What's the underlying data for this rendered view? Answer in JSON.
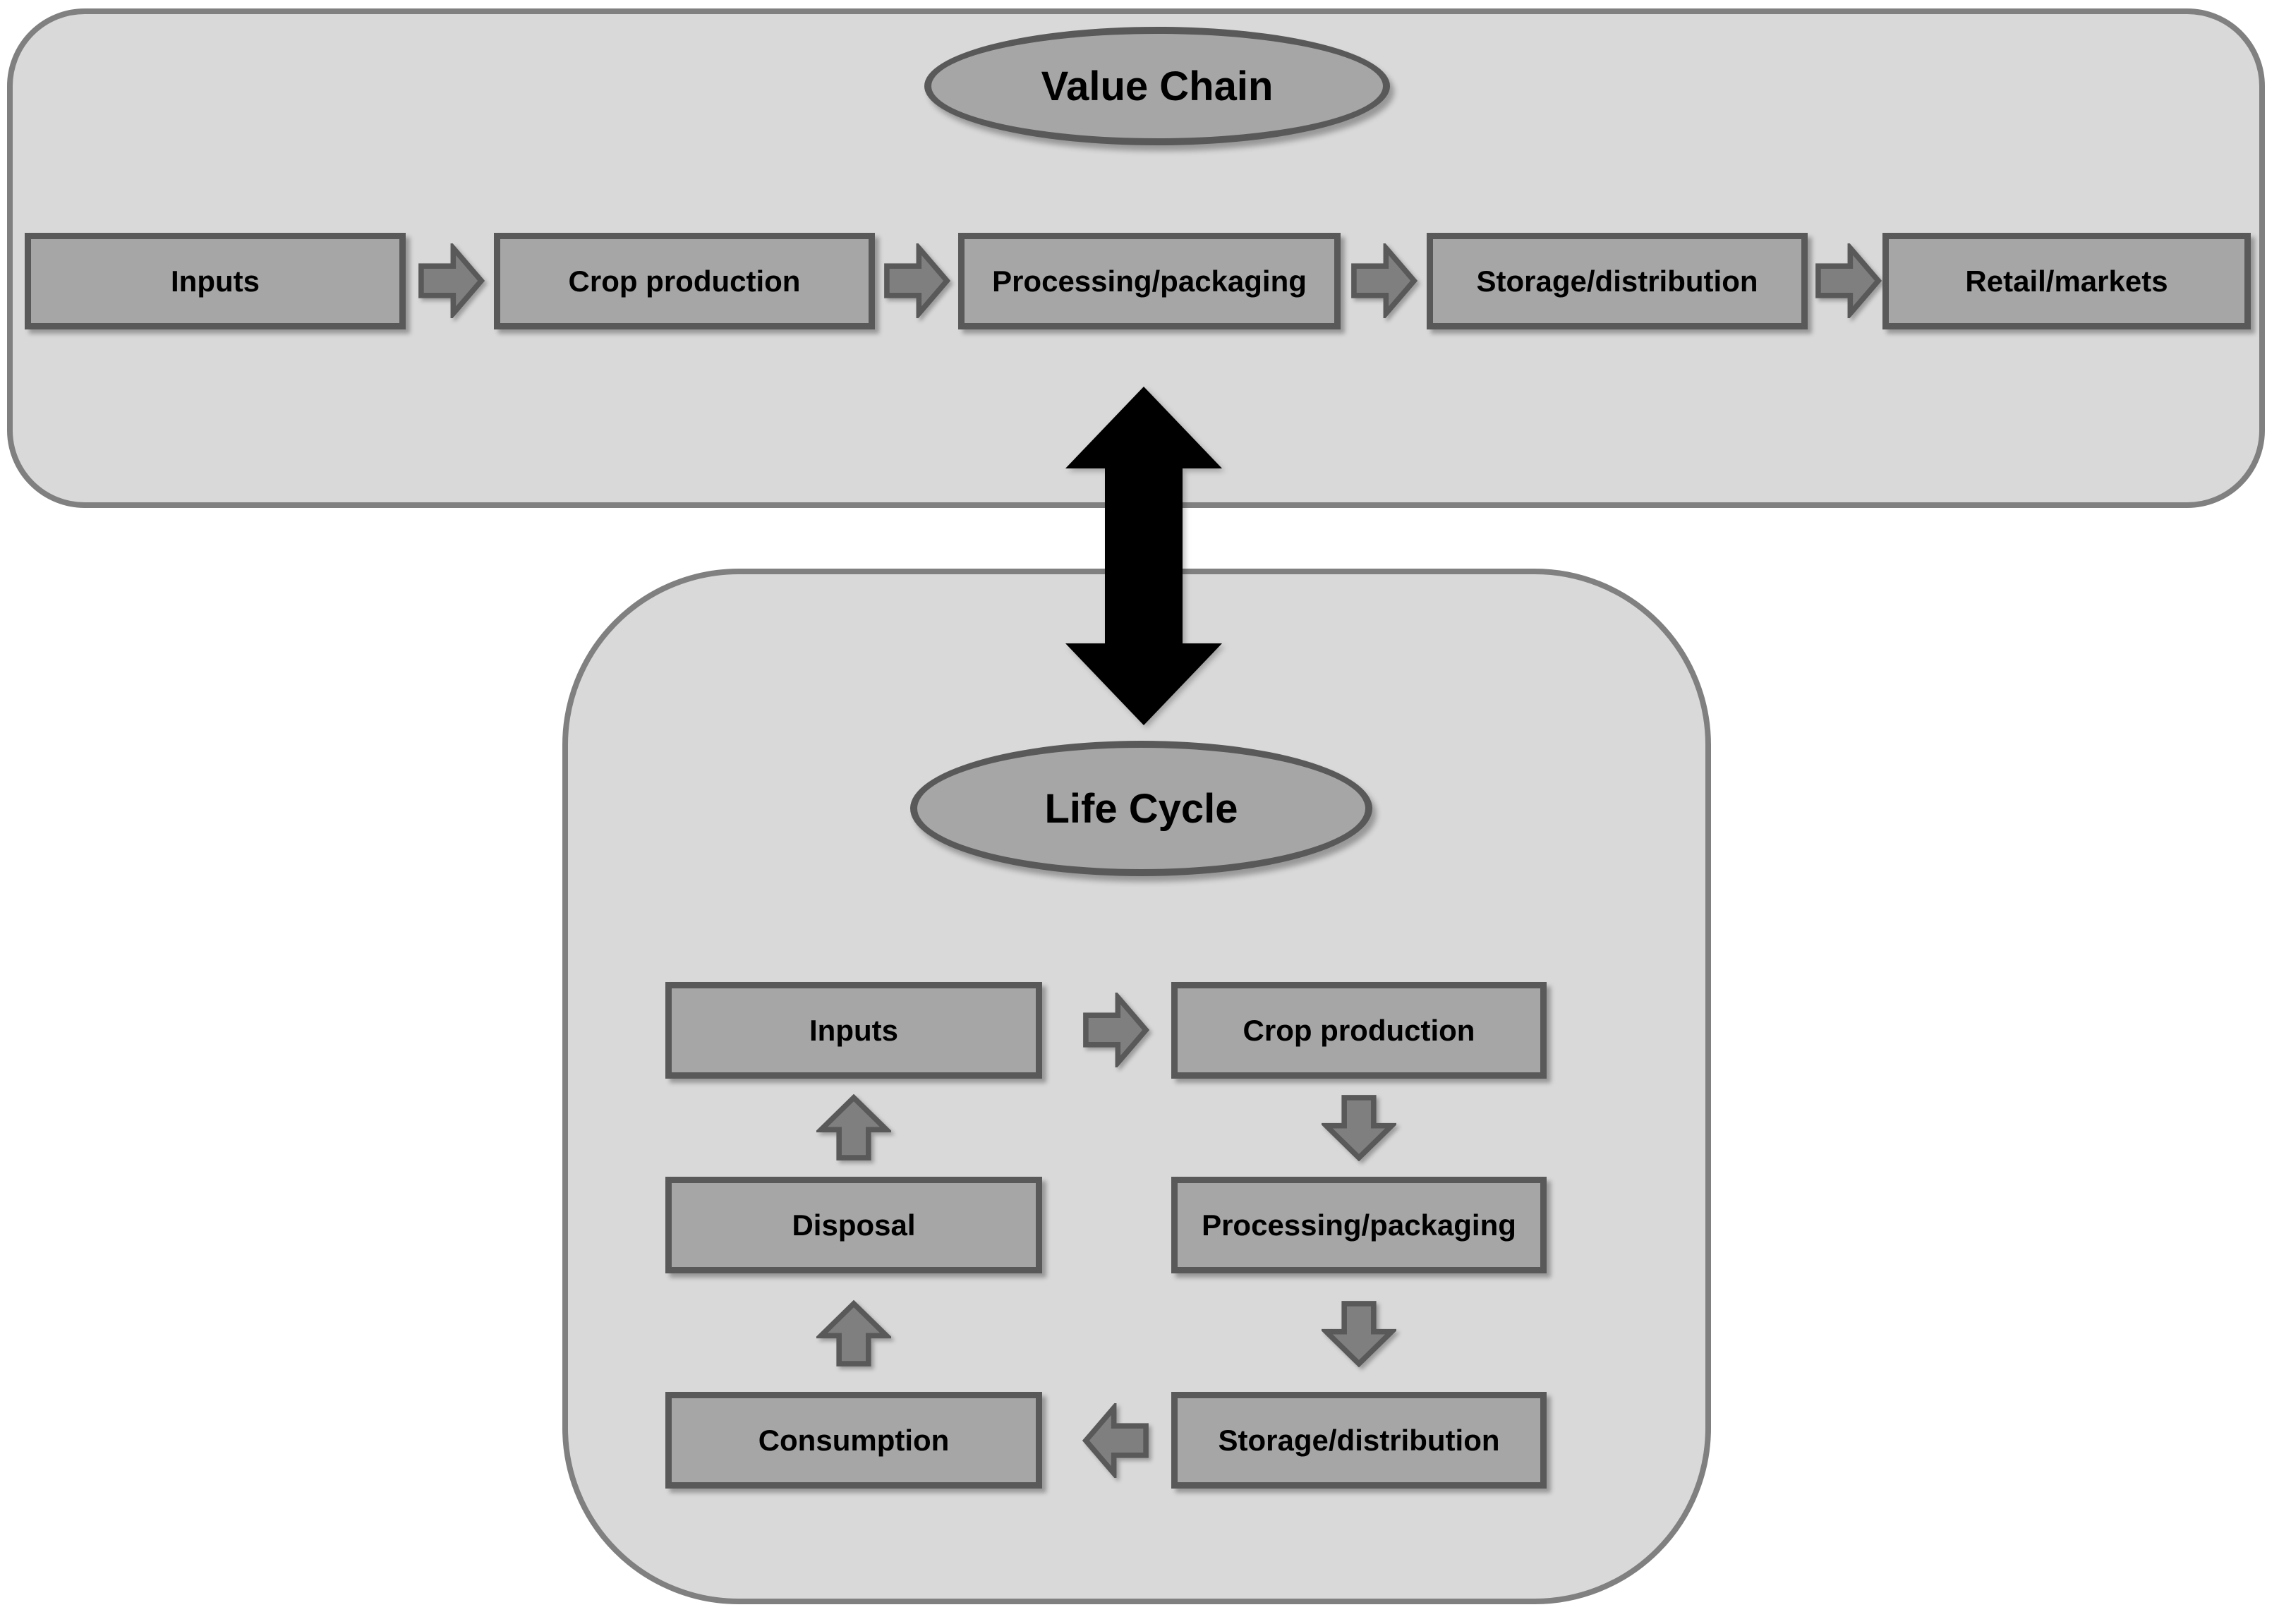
{
  "diagram": {
    "value_chain": {
      "title": "Value Chain",
      "steps": [
        "Inputs",
        "Crop production",
        "Processing/packaging",
        "Storage/distribution",
        "Retail/markets"
      ]
    },
    "life_cycle": {
      "title": "Life Cycle",
      "steps": [
        "Inputs",
        "Crop production",
        "Processing/packaging",
        "Storage/distribution",
        "Consumption",
        "Disposal"
      ]
    },
    "connector_meaning": "double-arrow",
    "colors": {
      "page_bg": "#ffffff",
      "panel_fill": "#d9d9d9",
      "panel_border": "#808080",
      "node_fill": "#a6a6a6",
      "node_border": "#595959",
      "arrow_fill": "#7f7f7f",
      "arrow_border": "#595959",
      "connector_fill": "#000000",
      "text_color": "#000000"
    }
  }
}
